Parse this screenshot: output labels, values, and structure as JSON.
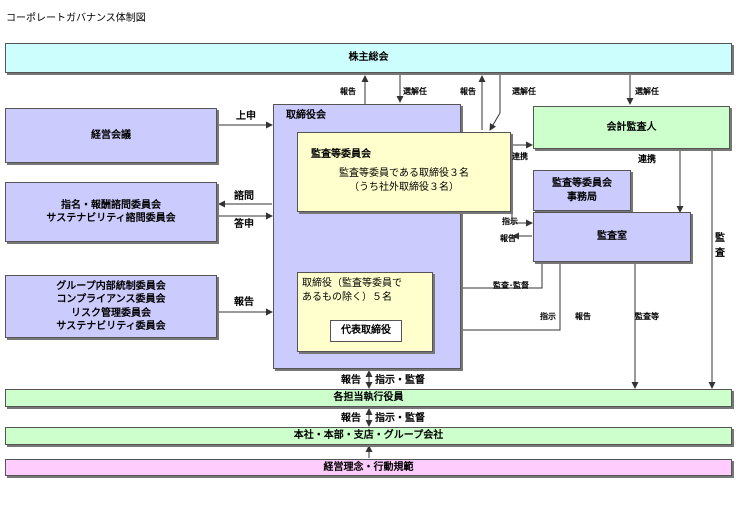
{
  "title": "コーポレートガバナンス体制図",
  "colors": {
    "cyan": "#ccfefe",
    "lavender": "#cccbfd",
    "yellow": "#feffcc",
    "green": "#ccffcc",
    "pink": "#ffccfe",
    "line": "#333333"
  },
  "boxes": {
    "shareholders": "株主総会",
    "mgmt_meeting": "経営会議",
    "advisory": [
      "指名・報酬諮問委員会",
      "サステナビリティ諮問委員会"
    ],
    "committees": [
      "グループ内部統制委員会",
      "コンプライアンス委員会",
      "リスク管理委員会",
      "サステナビリティ委員会"
    ],
    "board": "取締役会",
    "audit_committee": "監査等委員会",
    "audit_committee_desc": [
      "監査等委員である取締役３名",
      "（うち社外取締役３名）"
    ],
    "directors_desc": [
      "取締役（監査等委員で",
      "あるもの除く）５名"
    ],
    "rep_director": "代表取締役",
    "accounting_auditor": "会計監査人",
    "secretariat": [
      "監査等委員会",
      "事務局"
    ],
    "audit_office": "監査室",
    "executive_officers": "各担当執行役員",
    "headquarters": "本社・本部・支店・グループ会社",
    "philosophy": "経営理念・行動規範"
  },
  "labels": {
    "report": "報告",
    "elect_dismiss": "選解任",
    "proposal": "上申",
    "consult": "諮問",
    "advice": "答申",
    "cooperate": "連携",
    "instruct": "指示",
    "audit_supervise": "監査･監督",
    "audit_etc": "監査等",
    "audit_vertical": [
      "監",
      "査"
    ],
    "instruct_supervise": "指示・監督"
  }
}
